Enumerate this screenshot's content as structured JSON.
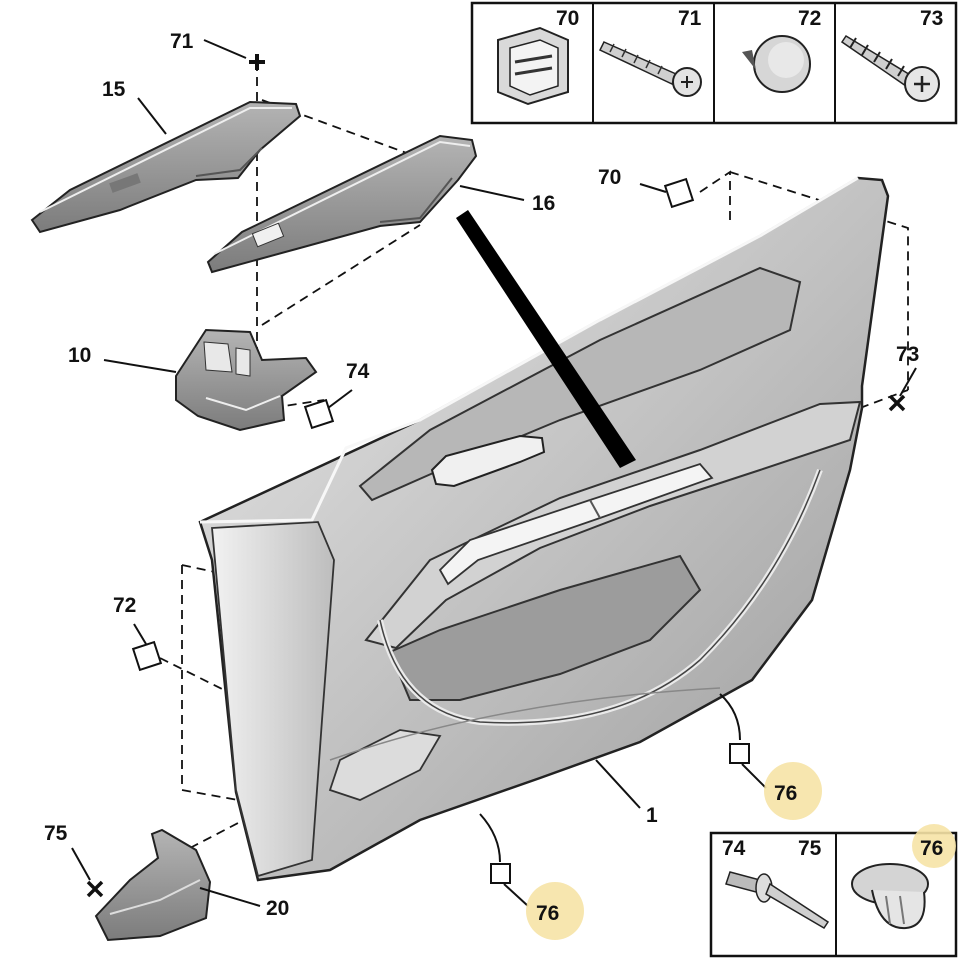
{
  "legend_top": {
    "cells": [
      {
        "label": "70",
        "icon": "clip-icon"
      },
      {
        "label": "71",
        "icon": "screw-icon"
      },
      {
        "label": "72",
        "icon": "button-clip-icon"
      },
      {
        "label": "73",
        "icon": "self-tapping-screw-icon"
      }
    ]
  },
  "legend_bottom": {
    "cells": [
      {
        "labels": [
          "74",
          "75"
        ],
        "icon": "rivet-icon"
      },
      {
        "labels": [
          "76"
        ],
        "icon": "push-clip-icon"
      }
    ]
  },
  "callouts": {
    "c71": "71",
    "c15": "15",
    "c16": "16",
    "c10": "10",
    "c74": "74",
    "c70": "70",
    "c73": "73",
    "c72": "72",
    "c75": "75",
    "c20": "20",
    "c1": "1",
    "c76a": "76",
    "c76b": "76"
  },
  "colors": {
    "part_fill": "#c4c4c4",
    "part_dark": "#8e8e8e",
    "part_light": "#e6e6e6",
    "highlight": "#f6e3a6",
    "line": "#111111"
  }
}
